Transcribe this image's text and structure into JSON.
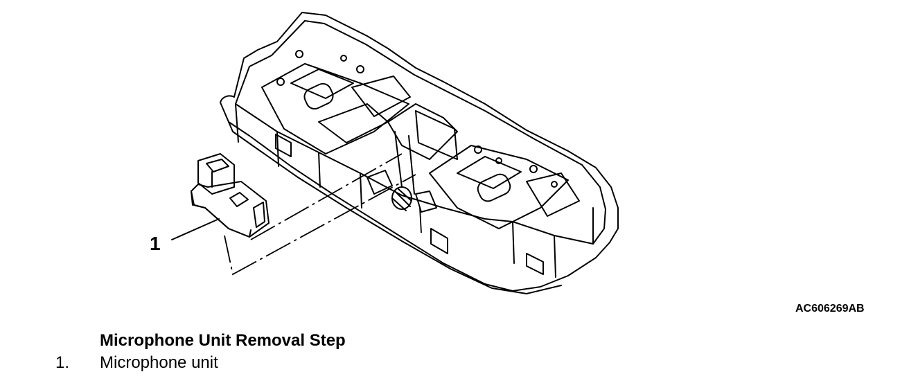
{
  "figure": {
    "callout_number": "1",
    "figure_id": "AC606269AB"
  },
  "procedure": {
    "title": "Microphone Unit Removal Step",
    "steps": [
      {
        "number": "1.",
        "text": "Microphone unit"
      }
    ]
  }
}
